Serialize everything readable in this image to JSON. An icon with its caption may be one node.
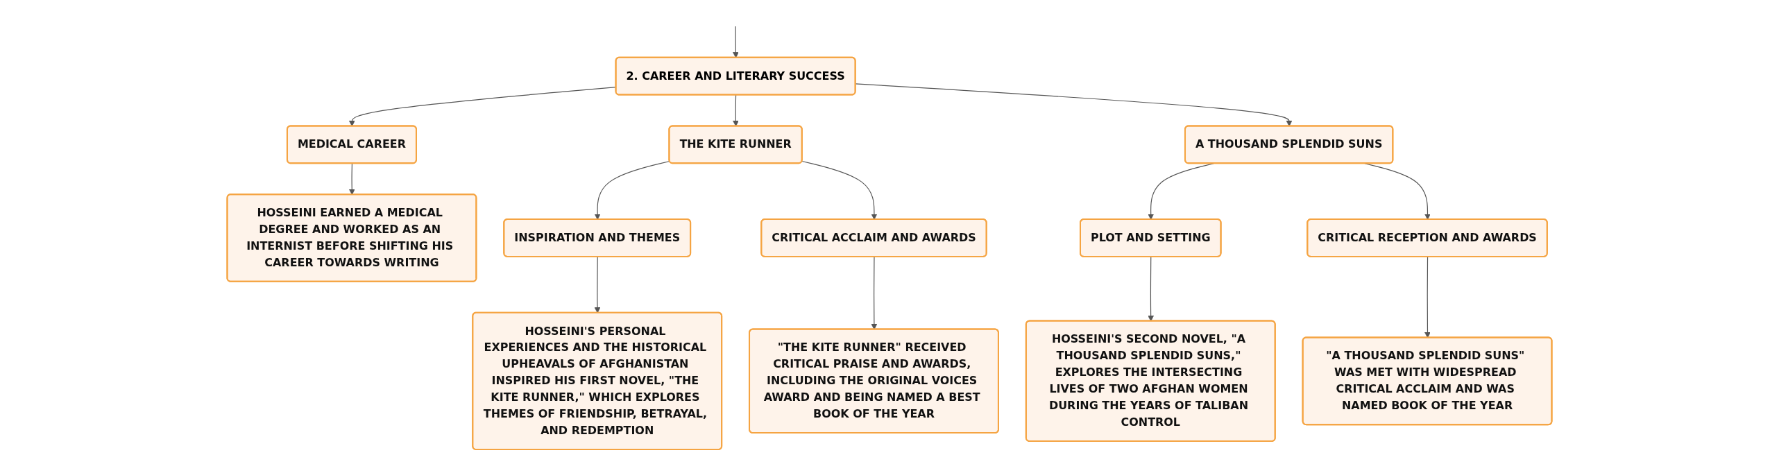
{
  "diagram": {
    "nodes": [
      {
        "text": [
          "2. CAREER AND LITERARY SUCCESS"
        ]
      },
      {
        "text": [
          "MEDICAL CAREER"
        ]
      },
      {
        "text": [
          "HOSSEINI EARNED A MEDICAL DEGREE AND WORKED AS AN INTERNIST BEFORE SHIFTING HIS CAREER TOWARDS WRITING"
        ]
      },
      {
        "text": [
          "THE KITE RUNNER"
        ]
      },
      {
        "text": [
          "INSPIRATION AND THEMES"
        ]
      },
      {
        "text": [
          "HOSSEINI'S PERSONAL EXPERIENCES AND THE HISTORICAL UPHEAVALS OF AFGHANISTAN INSPIRED HIS FIRST NOVEL, \"THE KITE RUNNER,\" WHICH EXPLORES THEMES OF FRIENDSHIP, BETRAYAL, AND REDEMPTION"
        ]
      },
      {
        "text": [
          "CRITICAL ACCLAIM AND AWARDS"
        ]
      },
      {
        "text": [
          "\"THE KITE RUNNER\" RECEIVED CRITICAL PRAISE AND AWARDS, INCLUDING THE ORIGINAL VOICES AWARD AND BEING NAMED A BEST BOOK OF THE YEAR"
        ]
      },
      {
        "text": [
          "A THOUSAND SPLENDID SUNS"
        ]
      },
      {
        "text": [
          "PLOT AND SETTING"
        ]
      },
      {
        "text": [
          "HOSSEINI'S SECOND NOVEL, \"A THOUSAND SPLENDID SUNS,\" EXPLORES THE INTERSECTING LIVES OF TWO AFGHAN WOMEN DURING THE YEARS OF TALIBAN CONTROL"
        ]
      },
      {
        "text": [
          "CRITICAL RECEPTION AND AWARDS"
        ]
      },
      {
        "text": [
          "\"A THOUSAND SPLENDID SUNS\" WAS MET WITH WIDESPREAD CRITICAL ACCLAIM AND WAS NAMED BOOK OF THE YEAR"
        ]
      }
    ],
    "edges": [
      {
        "from": null,
        "to": 0,
        "arrow": "to"
      },
      {
        "from": 0,
        "to": 1,
        "arrow": "to"
      },
      {
        "from": 1,
        "to": 2,
        "arrow": "to"
      },
      {
        "from": 0,
        "to": 3,
        "arrow": "to"
      },
      {
        "from": 3,
        "to": 4,
        "arrow": "to"
      },
      {
        "from": 4,
        "to": 5,
        "arrow": "to"
      },
      {
        "from": 3,
        "to": 6,
        "arrow": "to"
      },
      {
        "from": 6,
        "to": 7,
        "arrow": "to"
      },
      {
        "from": 0,
        "to": 8,
        "arrow": "to"
      },
      {
        "from": 8,
        "to": 9,
        "arrow": "to"
      },
      {
        "from": 9,
        "to": 10,
        "arrow": "to"
      },
      {
        "from": 8,
        "to": 11,
        "arrow": "to"
      },
      {
        "from": 11,
        "to": 12,
        "arrow": "to"
      }
    ]
  }
}
